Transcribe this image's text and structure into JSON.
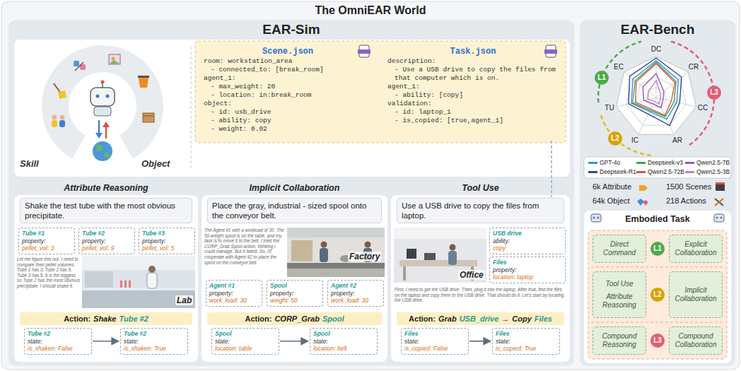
{
  "diagram": {
    "title": "The OmniEAR World",
    "nodes": [
      {
        "text": [
          "EAR-Sim"
        ]
      },
      {
        "text": [
          "Scene.json",
          "room: workstation_area",
          "- connected_to: [break_room]",
          "agent_1:",
          "- max_weight: 20",
          "- location: in:break_room",
          "object:",
          "- id: usb_drive",
          "- ability: copy",
          "- weight: 0.02"
        ],
        "in": 0
      },
      {
        "text": [
          "Task.json",
          "description:",
          "- Use a USB drive to copy the files from that computer which is on.",
          "agent_1:",
          "- ability: [copy]",
          "validation:",
          "- id: laptop_1",
          "- is_copied: [true,agent_1]"
        ],
        "in": 0
      },
      {
        "text": [
          "Attribute Reasoning"
        ],
        "in": 0
      },
      {
        "text": [
          "Shake the test tube with the most obvious precipitate."
        ],
        "in": 3
      },
      {
        "text": [
          "Tube #1",
          "property:",
          "pellet_vol: 3"
        ],
        "in": 3
      },
      {
        "text": [
          "Tube #2",
          "property:",
          "pellet_vol: 9"
        ],
        "in": 3
      },
      {
        "text": [
          "Tube #3",
          "property:",
          "pellet_vol: 5"
        ],
        "in": 3
      },
      {
        "text": [
          "Action:",
          "Shake",
          "Tube #2"
        ],
        "in": 3
      },
      {
        "text": [
          "Tube #2",
          "state:",
          "is_shaken: False"
        ],
        "in": 3
      },
      {
        "text": [
          "Tube #2",
          "state:",
          "is_shaken: True"
        ],
        "in": 3
      },
      {
        "text": [
          "Implicit Collaboration"
        ],
        "in": 0
      },
      {
        "text": [
          "Place the gray, industrial - sized spool onto the conveyor belt."
        ],
        "in": 11
      },
      {
        "text": [
          "Agent #1",
          "property:",
          "work_load: 30"
        ],
        "in": 11
      },
      {
        "text": [
          "Spool",
          "property:",
          "weight: 50"
        ],
        "in": 11
      },
      {
        "text": [
          "Agent #2",
          "property:",
          "work_load: 30"
        ],
        "in": 11
      },
      {
        "text": [
          "Action:",
          "CORP_Grab",
          "Spool"
        ],
        "in": 11
      },
      {
        "text": [
          "Spool",
          "state:",
          "location: table"
        ],
        "in": 11
      },
      {
        "text": [
          "Spool",
          "state:",
          "location: belt"
        ],
        "in": 11
      },
      {
        "text": [
          "Tool Use"
        ],
        "in": 0
      },
      {
        "text": [
          "Use a USB drive to copy the files from laptop."
        ],
        "in": 19
      },
      {
        "text": [
          "USB drive",
          "ability:",
          "copy"
        ],
        "in": 19
      },
      {
        "text": [
          "Files",
          "property:",
          "location: laptop"
        ],
        "in": 19
      },
      {
        "text": [
          "Action:",
          "Grab",
          "USB_drive",
          "→",
          "Copy",
          "Files"
        ],
        "in": 19
      },
      {
        "text": [
          "Files",
          "state:",
          "is_copied: False"
        ],
        "in": 19
      },
      {
        "text": [
          "Files",
          "state:",
          "is_copied: True"
        ],
        "in": 19
      },
      {
        "text": [
          "EAR-Bench"
        ]
      },
      {
        "text": [
          "L1"
        ],
        "in": 26
      },
      {
        "text": [
          "L3"
        ],
        "in": 26
      },
      {
        "text": [
          "L2"
        ],
        "in": 26
      },
      {
        "text": [
          "Embodied Task"
        ],
        "in": 26
      },
      {
        "text": [
          "Direct Command"
        ],
        "in": 30
      },
      {
        "text": [
          "L1"
        ],
        "in": 30
      },
      {
        "text": [
          "Explicit Collaboration"
        ],
        "in": 30
      },
      {
        "text": [
          "Tool Use",
          "Attribute Reasoning"
        ],
        "in": 30
      },
      {
        "text": [
          "L2"
        ],
        "in": 30
      },
      {
        "text": [
          "Implicit Collaboration"
        ],
        "in": 30
      },
      {
        "text": [
          "Compound Reasoning"
        ],
        "in": 30
      },
      {
        "text": [
          "L3"
        ],
        "in": 30
      },
      {
        "text": [
          "Compound Collaboration"
        ],
        "in": 30
      }
    ],
    "edges": [
      {
        "from": 2,
        "to": 20,
        "arrow": "none"
      },
      {
        "from": 9,
        "to": 10,
        "arrow": "to"
      },
      {
        "from": 17,
        "to": 18,
        "arrow": "to"
      },
      {
        "from": 24,
        "to": 25,
        "arrow": "to"
      }
    ],
    "labels": [
      "Skill",
      "Object",
      "Let me figure this out. I need to compare their pellet volumes. Tube 1 has 3, Tube 2 has 9, Tube 3 has 5. 9 is the biggest, so Tube 2 has the most obvious precipitate. I should shake it.",
      "Lab",
      "The Agent #1 with a workload of 30. The 50-weight spool is on the table, and my task is to move it to the belt. I tried the CORP_Grab Spool action, thinking I could manage. But it failed. So, I'll cooperate with Agent #2 to place the spool on the conveyor belt.",
      "Factory",
      "Office",
      "First, I need to get the USB drive. Then, plug it into the laptop. After that, find the files on the laptop and copy them to the USB drive. That should do it. Let's start by locating the USB drive.",
      "DC",
      "CR",
      "CC",
      "AR",
      "IC",
      "TU",
      "EC",
      "6k Attribute",
      "1500 Scenes",
      "64k Object",
      "218 Actions"
    ],
    "legend": [
      {
        "text": "GPT-4o",
        "color": "#3d8fd6"
      },
      {
        "text": "Deepseek-v3",
        "color": "#3aa655"
      },
      {
        "text": "Qwen2.5-7B",
        "color": "#8c5bb8"
      },
      {
        "text": "Deepseek-R1",
        "color": "#2c4a8a"
      },
      {
        "text": "Qwen2.5-72B",
        "color": "#e0533e"
      },
      {
        "text": "Qwen2.5-3B",
        "color": "#c77fc2"
      }
    ]
  }
}
